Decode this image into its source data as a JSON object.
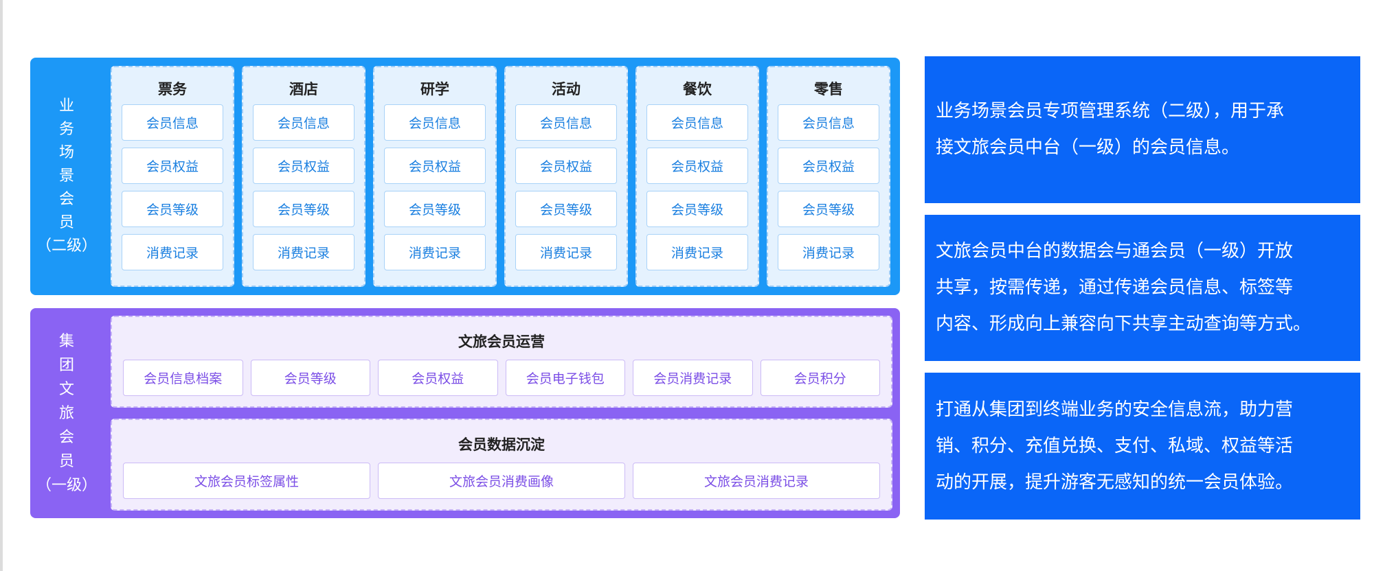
{
  "business_block": {
    "label_chars": [
      "业",
      "务",
      "场",
      "景",
      "会",
      "员",
      "（二级）"
    ],
    "columns": [
      {
        "title": "票务",
        "items": [
          "会员信息",
          "会员权益",
          "会员等级",
          "消费记录"
        ]
      },
      {
        "title": "酒店",
        "items": [
          "会员信息",
          "会员权益",
          "会员等级",
          "消费记录"
        ]
      },
      {
        "title": "研学",
        "items": [
          "会员信息",
          "会员权益",
          "会员等级",
          "消费记录"
        ]
      },
      {
        "title": "活动",
        "items": [
          "会员信息",
          "会员权益",
          "会员等级",
          "消费记录"
        ]
      },
      {
        "title": "餐饮",
        "items": [
          "会员信息",
          "会员权益",
          "会员等级",
          "消费记录"
        ]
      },
      {
        "title": "零售",
        "items": [
          "会员信息",
          "会员权益",
          "会员等级",
          "消费记录"
        ]
      }
    ]
  },
  "group_block": {
    "label_chars": [
      "集",
      "团",
      "文",
      "旅",
      "会",
      "员",
      "（一级）"
    ],
    "operations": {
      "title": "文旅会员运营",
      "items": [
        "会员信息档案",
        "会员等级",
        "会员权益",
        "会员电子钱包",
        "会员消费记录",
        "会员积分"
      ]
    },
    "sedimentation": {
      "title": "会员数据沉淀",
      "items": [
        "文旅会员标签属性",
        "文旅会员消费画像",
        "文旅会员消费记录"
      ]
    }
  },
  "notes": [
    "业务场景会员专项管理系统（二级），用于承\n接文旅会员中台（一级）的会员信息。",
    "文旅会员中台的数据会与通会员（一级）开放\n共享，按需传递，通过传递会员信息、标签等\n内容、形成向上兼容向下共享主动查询等方式。",
    "打通从集团到终端业务的安全信息流，助力营\n销、积分、充值兑换、支付、私域、权益等活\n动的开展，提升游客无感知的统一会员体验。"
  ],
  "colors": {
    "business_block": "#1c98f7",
    "group_block": "#8a63f3",
    "note_box": "#0a66f8"
  }
}
